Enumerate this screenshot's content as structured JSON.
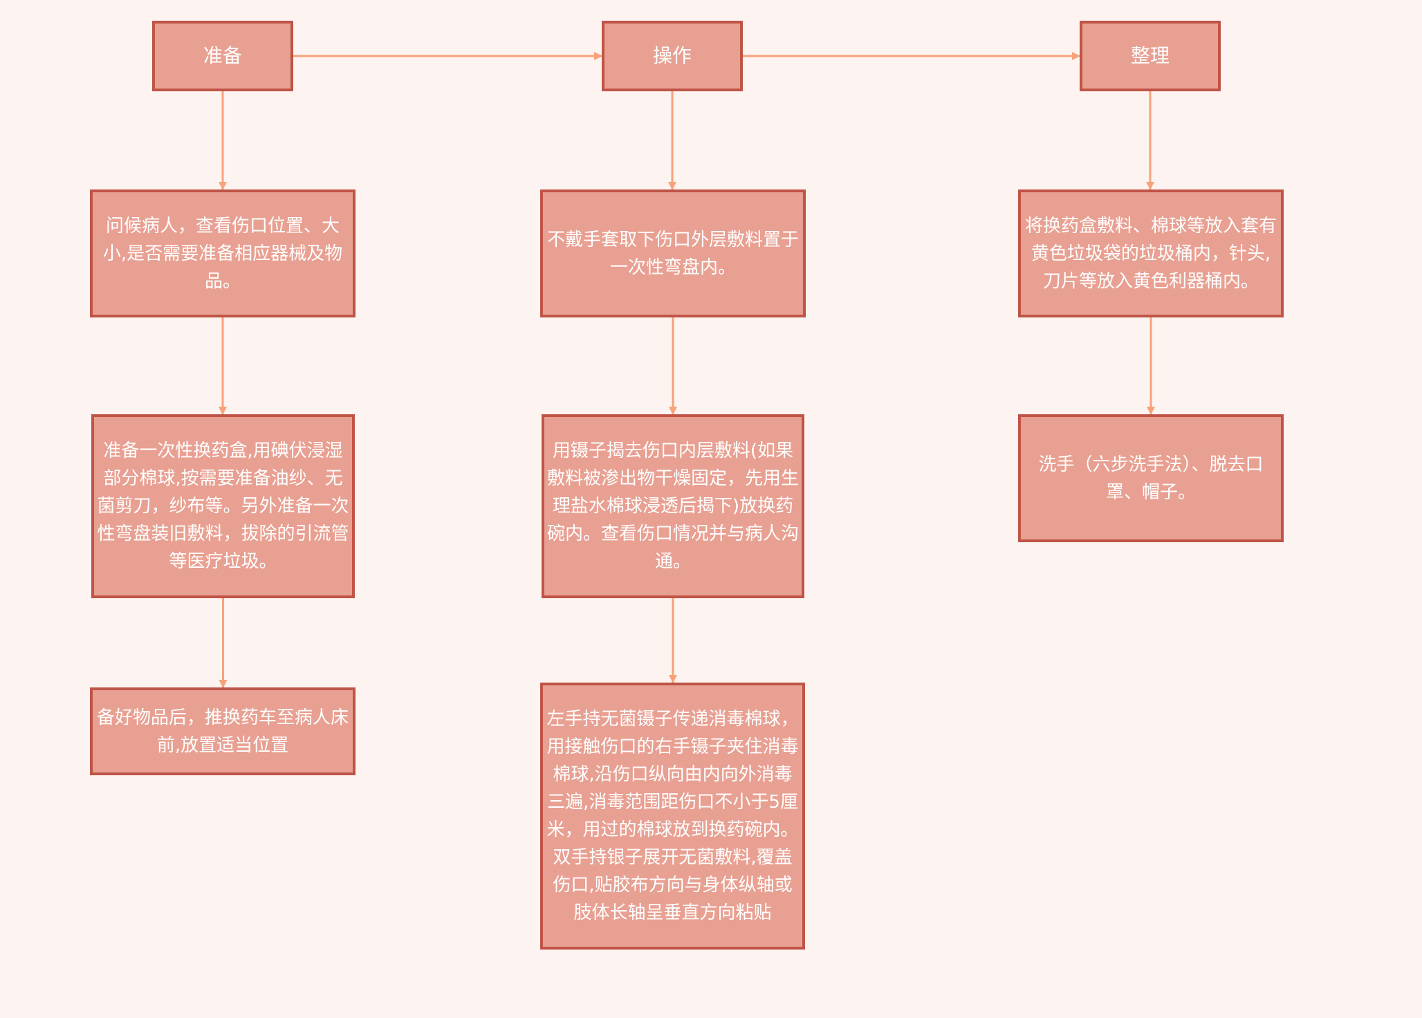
{
  "colors": {
    "background": "#fdf3f0",
    "node_fill": "#e8a092",
    "node_border": "#bf5447",
    "node_text": "#ffffff",
    "connector": "#f7a27a"
  },
  "diagram": {
    "nodes": [
      {
        "id": "prep",
        "label": "准备",
        "kind": "head"
      },
      {
        "id": "op",
        "label": "操作",
        "kind": "head"
      },
      {
        "id": "tidy",
        "label": "整理",
        "kind": "head"
      },
      {
        "id": "prep1",
        "label": "问候病人，查看伤口位置、大小,是否需要准备相应器械及物品。",
        "kind": "step"
      },
      {
        "id": "prep2",
        "label": "准备一次性换药盒,用碘伏浸湿部分棉球,按需要准备油纱、无菌剪刀，纱布等。另外准备一次性弯盘装旧敷料，拔除的引流管等医疗垃圾。",
        "kind": "step"
      },
      {
        "id": "prep3",
        "label": "备好物品后，推换药车至病人床前,放置适当位置",
        "kind": "step"
      },
      {
        "id": "op1",
        "label": "不戴手套取下伤口外层敷料置于一次性弯盘内。",
        "kind": "step"
      },
      {
        "id": "op2",
        "label": "用镊子揭去伤口内层敷料(如果敷料被渗出物干燥固定，先用生理盐水棉球浸透后揭下)放换药碗内。查看伤口情况并与病人沟通。",
        "kind": "step"
      },
      {
        "id": "op3",
        "label": "左手持无菌镊子传递消毒棉球，用接触伤口的右手镊子夹住消毒棉球,沿伤口纵向由内向外消毒三遍,消毒范围距伤口不小于5厘米，用过的棉球放到换药碗内。双手持银子展开无菌敷料,覆盖伤口,贴胶布方向与身体纵轴或肢体长轴呈垂直方向粘贴",
        "kind": "step"
      },
      {
        "id": "tidy1",
        "label": "将换药盒敷料、棉球等放入套有黄色垃圾袋的垃圾桶内，针头,刀片等放入黄色利器桶内。",
        "kind": "step"
      },
      {
        "id": "tidy2",
        "label": "洗手（六步洗手法）、脱去口罩、帽子。",
        "kind": "step"
      }
    ],
    "edges": [
      {
        "from": "prep",
        "to": "op"
      },
      {
        "from": "op",
        "to": "tidy"
      },
      {
        "from": "prep",
        "to": "prep1"
      },
      {
        "from": "prep1",
        "to": "prep2"
      },
      {
        "from": "prep2",
        "to": "prep3"
      },
      {
        "from": "op",
        "to": "op1"
      },
      {
        "from": "op1",
        "to": "op2"
      },
      {
        "from": "op2",
        "to": "op3"
      },
      {
        "from": "tidy",
        "to": "tidy1"
      },
      {
        "from": "tidy1",
        "to": "tidy2"
      }
    ]
  }
}
